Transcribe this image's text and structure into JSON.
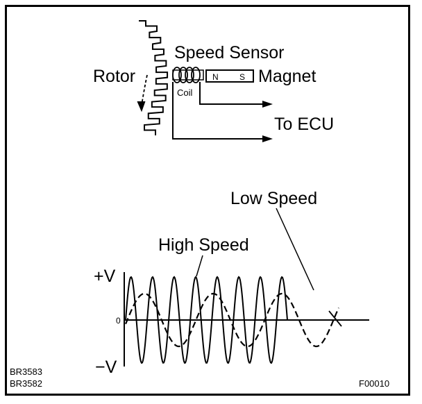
{
  "diagram": {
    "labels": {
      "speed_sensor": "Speed Sensor",
      "rotor": "Rotor",
      "coil": "Coil",
      "magnet": "Magnet",
      "pole_n": "N",
      "pole_s": "S",
      "to_ecu": "To ECU",
      "low_speed": "Low Speed",
      "high_speed": "High Speed",
      "plus_v": "+V",
      "minus_v": "−V",
      "zero": "0"
    },
    "codes": {
      "code_1": "BR3583",
      "code_2": "BR3582",
      "figure_code": "F00010"
    },
    "colors": {
      "ink": "#000000",
      "background": "#ffffff"
    }
  }
}
